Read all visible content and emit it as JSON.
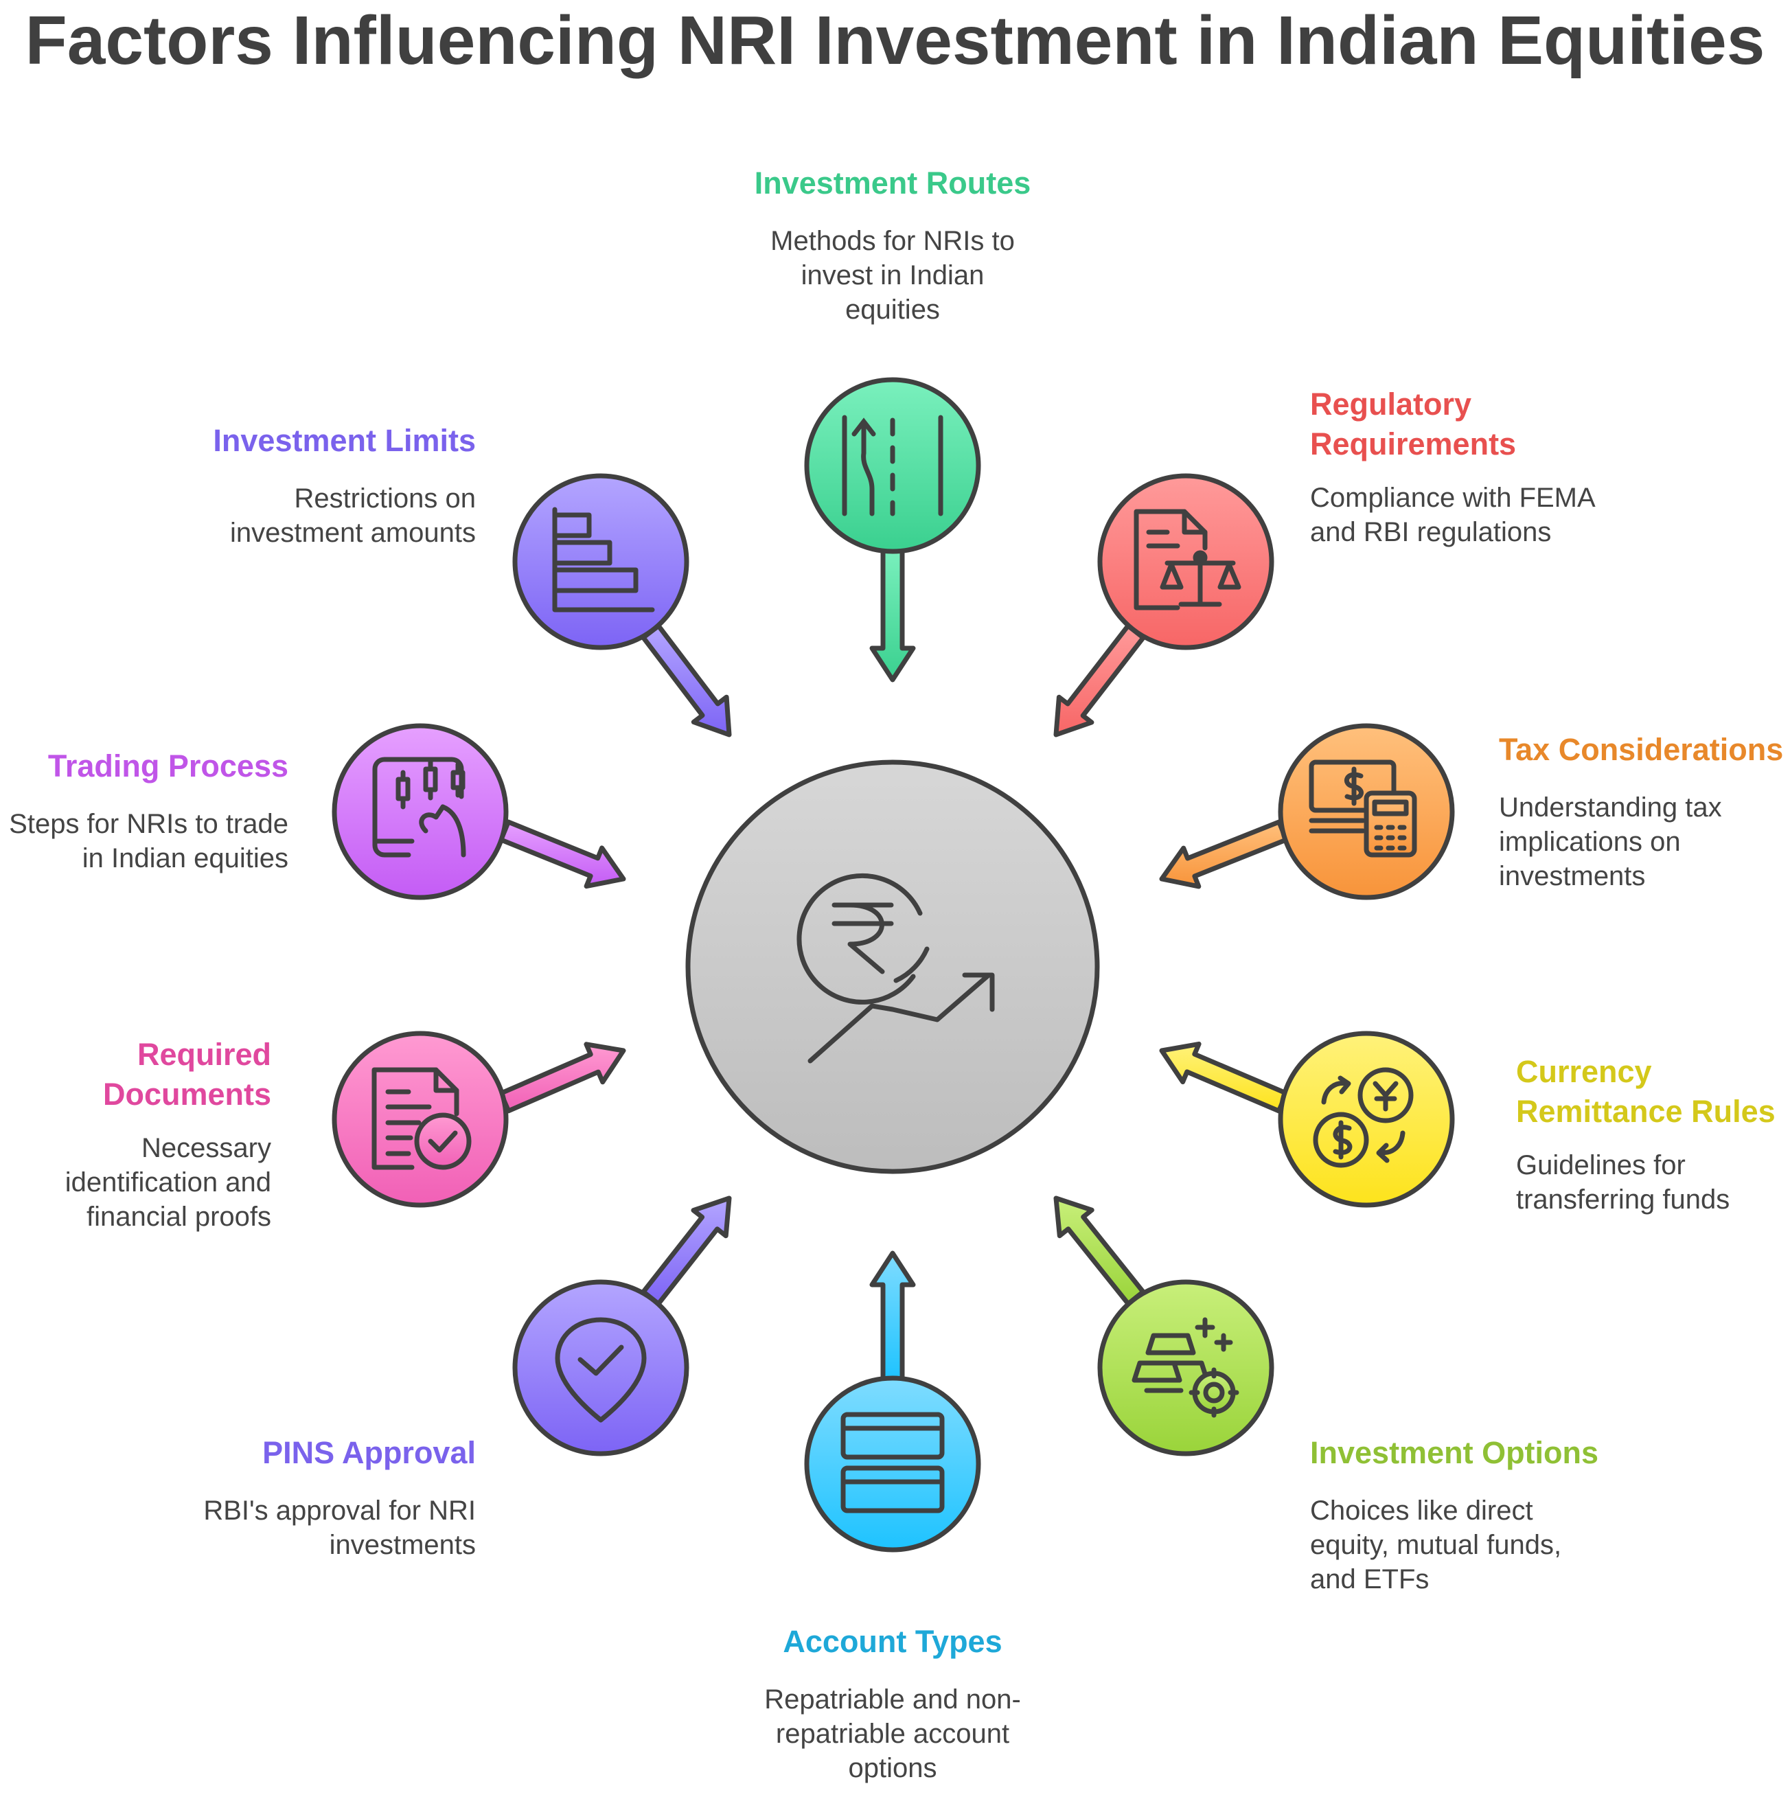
{
  "title": "Factors Influencing NRI Investment in Indian Equities",
  "center": {
    "icon": "rupee-growth-icon"
  },
  "factors": [
    {
      "id": "routes",
      "heading": "Investment Routes",
      "heading_lines": [
        "Investment Routes"
      ],
      "desc_lines": [
        "Methods for NRIs to",
        "invest in Indian",
        "equities"
      ],
      "color": "#3ac98a",
      "icon": "road-route-icon"
    },
    {
      "id": "regulatory",
      "heading": "Regulatory Requirements",
      "heading_lines": [
        "Regulatory",
        "Requirements"
      ],
      "desc_lines": [
        "Compliance with FEMA",
        "and RBI regulations"
      ],
      "color": "#e8504f",
      "icon": "document-scale-icon"
    },
    {
      "id": "tax",
      "heading": "Tax Considerations",
      "heading_lines": [
        "Tax Considerations"
      ],
      "desc_lines": [
        "Understanding tax",
        "implications on",
        "investments"
      ],
      "color": "#e8882a",
      "icon": "money-calculator-icon"
    },
    {
      "id": "currency",
      "heading": "Currency Remittance Rules",
      "heading_lines": [
        "Currency",
        "Remittance Rules"
      ],
      "desc_lines": [
        "Guidelines for",
        "transferring funds"
      ],
      "color": "#d4c81a",
      "icon": "currency-exchange-icon"
    },
    {
      "id": "options",
      "heading": "Investment Options",
      "heading_lines": [
        "Investment Options"
      ],
      "desc_lines": [
        "Choices like direct",
        "equity, mutual funds,",
        "and ETFs"
      ],
      "color": "#8fc035",
      "icon": "gold-bars-chip-icon"
    },
    {
      "id": "accounts",
      "heading": "Account Types",
      "heading_lines": [
        "Account Types"
      ],
      "desc_lines": [
        "Repatriable and non-",
        "repatriable account",
        "options"
      ],
      "color": "#1ea8d8",
      "icon": "cards-icon"
    },
    {
      "id": "pins",
      "heading": "PINS Approval",
      "heading_lines": [
        "PINS Approval"
      ],
      "desc_lines": [
        "RBI's approval for NRI",
        "investments"
      ],
      "color": "#7a62ec",
      "icon": "shield-check-icon"
    },
    {
      "id": "documents",
      "heading": "Required Documents",
      "heading_lines": [
        "Required",
        "Documents"
      ],
      "desc_lines": [
        "Necessary",
        "identification and",
        "financial proofs"
      ],
      "color": "#e0489e",
      "icon": "document-check-icon"
    },
    {
      "id": "trading",
      "heading": "Trading Process",
      "heading_lines": [
        "Trading Process"
      ],
      "desc_lines": [
        "Steps for NRIs to trade",
        "in Indian equities"
      ],
      "color": "#c055e8",
      "icon": "mobile-candlestick-icon"
    },
    {
      "id": "limits",
      "heading": "Investment Limits",
      "heading_lines": [
        "Investment Limits"
      ],
      "desc_lines": [
        "Restrictions on",
        "investment amounts"
      ],
      "color": "#7a62ec",
      "icon": "bar-chart-icon"
    }
  ]
}
